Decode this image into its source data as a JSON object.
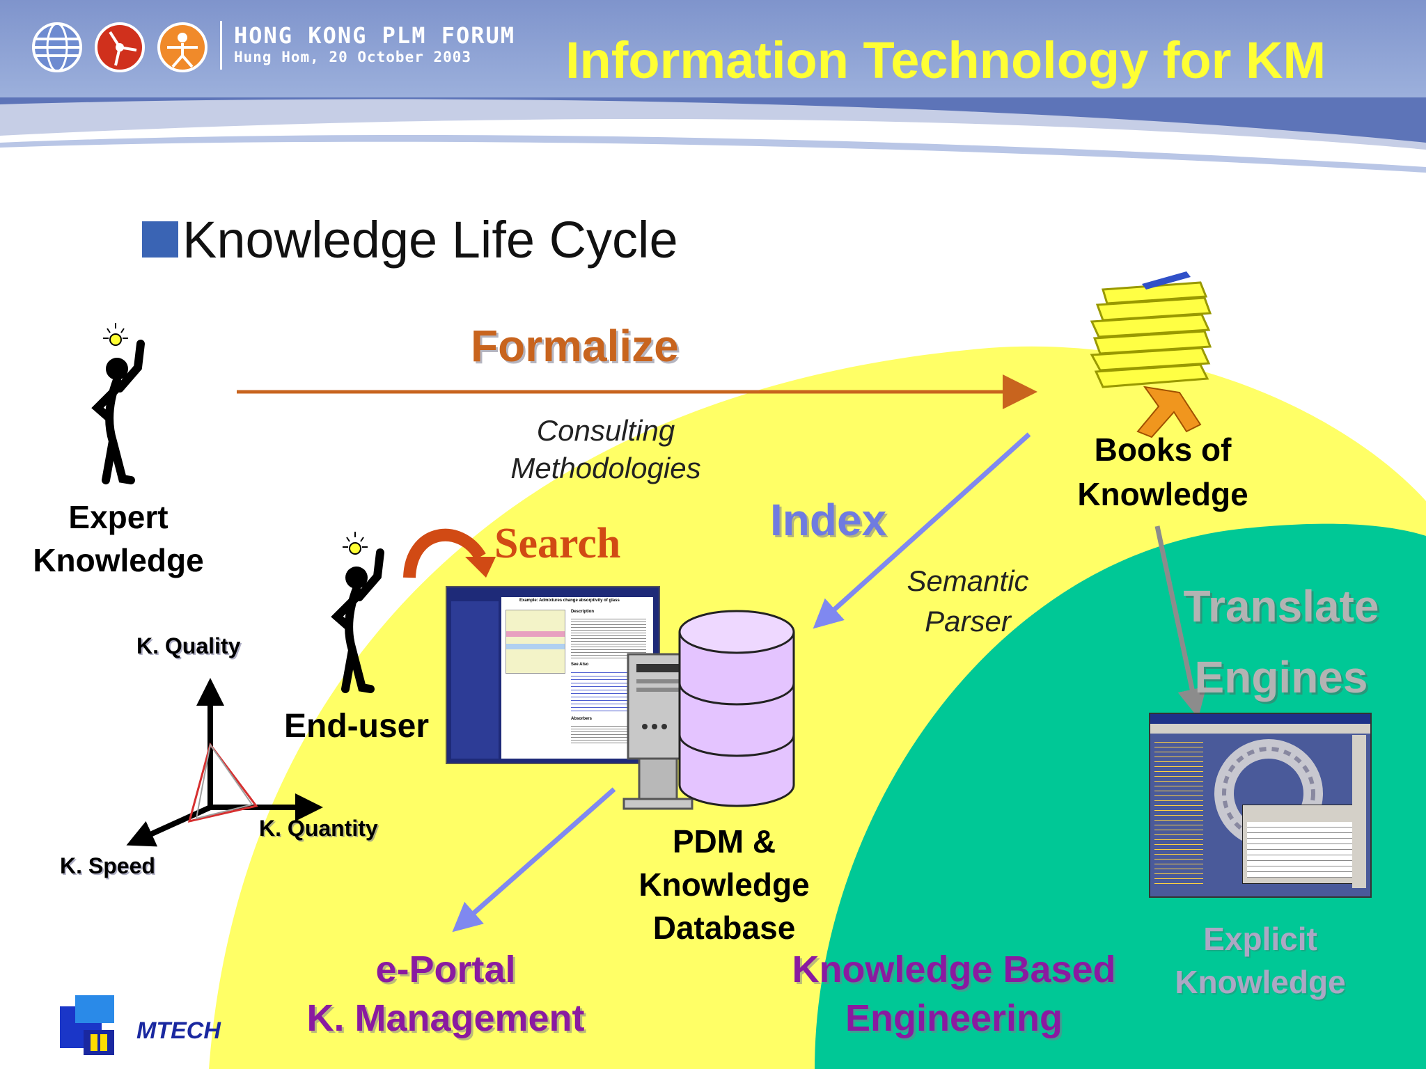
{
  "header": {
    "forum_title": "HONG KONG PLM FORUM",
    "forum_subtitle": "Hung Hom, 20 October 2003",
    "slide_title": "Information Technology for KM"
  },
  "bullet": {
    "text": "Knowledge Life Cycle"
  },
  "labels": {
    "formalize": "Formalize",
    "consulting": [
      "Consulting",
      "Methodologies"
    ],
    "expert": [
      "Expert",
      "Knowledge"
    ],
    "books": [
      "Books of",
      "Knowledge"
    ],
    "index": "Index",
    "semantic": [
      "Semantic",
      "Parser"
    ],
    "search": "Search",
    "translate": [
      "Translate",
      "Engines"
    ],
    "end_user": "End-user",
    "pdm": [
      "PDM &",
      "Knowledge",
      "Database"
    ],
    "explicit": [
      "Explicit",
      "Knowledge"
    ],
    "eportal": [
      "e-Portal",
      "K. Management"
    ],
    "kbe": [
      "Knowledge Based",
      "Engineering"
    ],
    "mtech": "MTECH",
    "k_quality": "K. Quality",
    "k_quantity": "K. Quantity",
    "k_speed": "K. Speed"
  },
  "screenshot_text": {
    "example_title": "Example: Admixtures change absorptivity of glass",
    "description_heading": "Description",
    "see_also_heading": "See Also",
    "absorbers_heading": "Absorbers"
  },
  "colors": {
    "header_blue": "#8fa3d3",
    "title_yellow": "#ffff33",
    "yellow_region": "#ffff66",
    "green_region": "#00c896",
    "formalize_orange": "#c8641e",
    "index_blue": "#6f7be0",
    "search_red": "#d14a14",
    "purple": "#8a1aa0",
    "translate_gray": "#b3b3b3",
    "bullet_blue": "#3a64b4",
    "arrow_blue": "#7f88f0"
  }
}
